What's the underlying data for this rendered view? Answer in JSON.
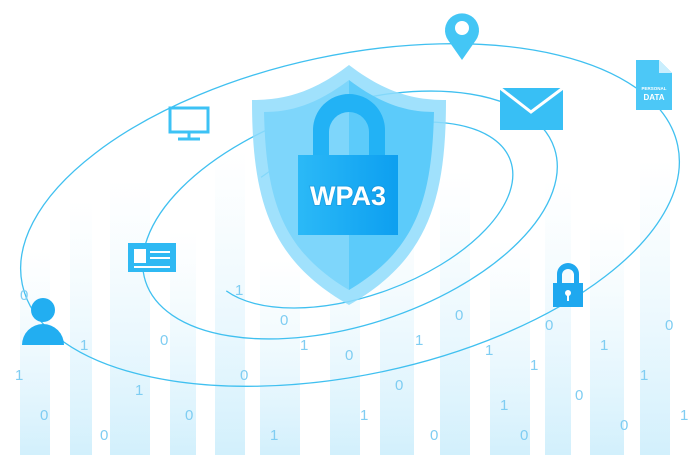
{
  "shield": {
    "label": "WPA3"
  },
  "document_icon": {
    "line1": "PERSONAL",
    "line2": "DATA"
  },
  "colors": {
    "primary": "#1aa9f0",
    "light": "#5fd0fb",
    "line": "#40c0f0",
    "glow": "#e6f6fd"
  },
  "binary_digits": [
    "0",
    "1",
    "0",
    "1",
    "0",
    "1",
    "0",
    "0",
    "1",
    "0",
    "1",
    "1",
    "0",
    "0",
    "1",
    "0",
    "1",
    "0",
    "0",
    "1",
    "1",
    "0",
    "1",
    "0",
    "0",
    "1",
    "0",
    "1",
    "0",
    "1"
  ]
}
